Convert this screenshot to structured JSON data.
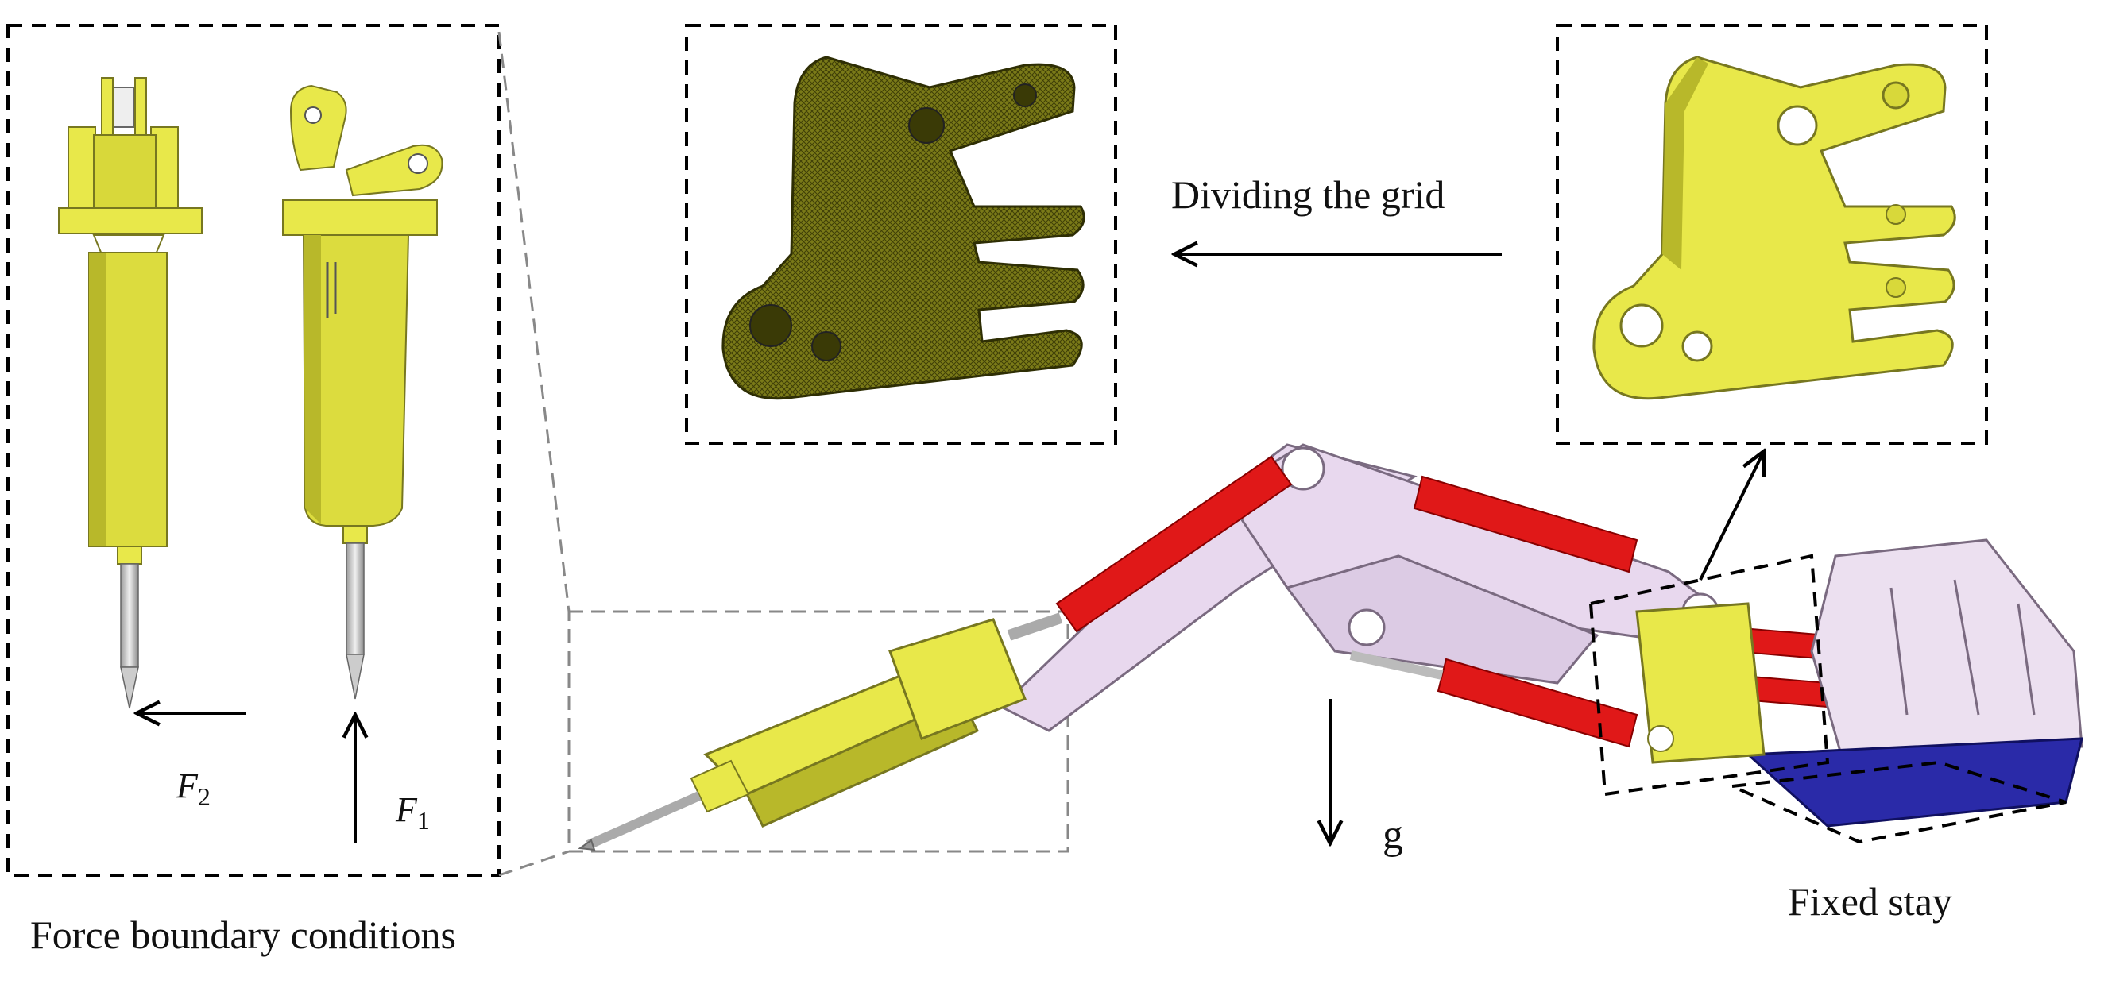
{
  "labels": {
    "force_boundary": "Force boundary conditions",
    "dividing_grid": "Dividing the grid",
    "fixed_stay": "Fixed stay",
    "gravity": "g",
    "force1_symbol": "F",
    "force1_sub": "1",
    "force2_symbol": "F",
    "force2_sub": "2"
  },
  "colors": {
    "breaker_yellow": "#e8e84a",
    "breaker_shadow": "#b8b82a",
    "mesh_olive": "#6b6b12",
    "cylinder_red": "#e01818",
    "boom_lilac": "#e8d8ee",
    "base_blue": "#2a2aa8",
    "frame_dash": "#000000",
    "zoom_gray": "#888888"
  }
}
